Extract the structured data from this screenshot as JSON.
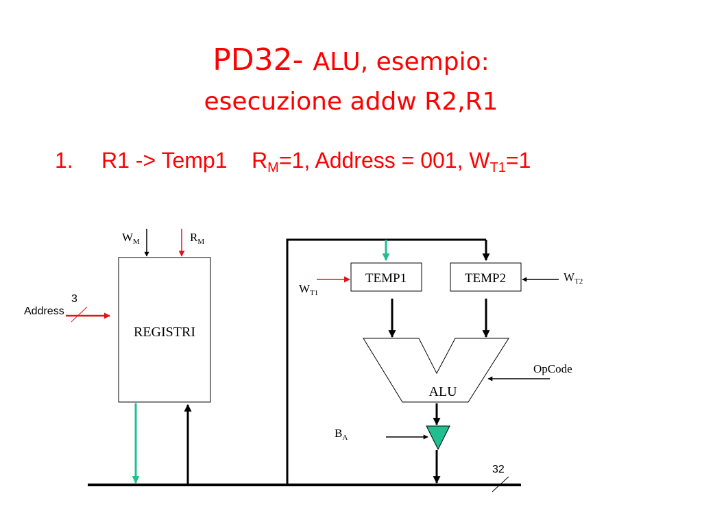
{
  "title": {
    "line1_main": "PD32- ",
    "line1_rest": "ALU, esempio:",
    "line2": "esecuzione addw R2,R1"
  },
  "step": {
    "number": "1.",
    "text_a": "R1 -> Temp1    R",
    "sub_m": "M",
    "text_b": "=1, Address = 001, W",
    "sub_t1": "T1",
    "text_c": "=1"
  },
  "diagram": {
    "registri": "REGISTRI",
    "temp1": "TEMP1",
    "temp2": "TEMP2",
    "alu": "ALU",
    "wm_main": "W",
    "wm_sub": "M",
    "rm_main": "R",
    "rm_sub": "M",
    "wt1_main": "W",
    "wt1_sub": "T1",
    "wt2_main": "W",
    "wt2_sub": "T2",
    "ba_main": "B",
    "ba_sub": "A",
    "opcode": "OpCode",
    "address": "Address",
    "address_bits": "3",
    "bus_bits": "32"
  },
  "colors": {
    "title": "#ff0000",
    "active_arrow_red": "#e0141a",
    "active_arrow_green": "#1fbf8f",
    "buffer_fill": "#1fbf8f",
    "line": "#000000"
  }
}
